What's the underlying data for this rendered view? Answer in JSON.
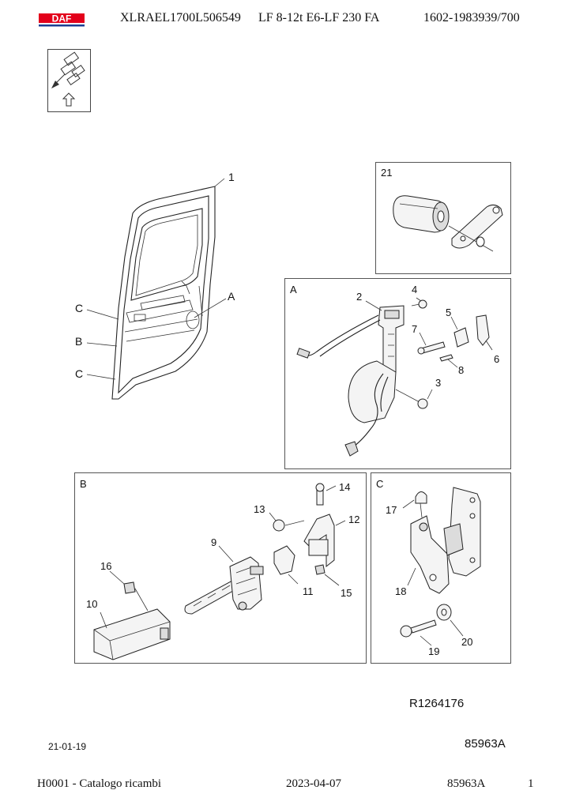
{
  "header": {
    "brand": "DAF",
    "brand_color": "#e3001b",
    "model_code": "XLRAEL1700L506549",
    "model_desc": "LF 8-12t E6-LF 230 FA",
    "doc_ref": "1602-1983939/700"
  },
  "nav_icon": "exploded-view-up-icon",
  "main_view": {
    "part_label": "1",
    "detail_labels": {
      "a": "A",
      "b": "B",
      "c_top": "C",
      "c_bottom": "C"
    }
  },
  "panels": {
    "p21": {
      "tag": "21"
    },
    "pA": {
      "tag": "A",
      "labels": [
        "2",
        "4",
        "5",
        "7",
        "6",
        "8",
        "3"
      ]
    },
    "pB": {
      "tag": "B",
      "labels": [
        "14",
        "13",
        "12",
        "9",
        "16",
        "11",
        "15",
        "10"
      ]
    },
    "pC": {
      "tag": "C",
      "labels": [
        "17",
        "18",
        "20",
        "19"
      ]
    }
  },
  "refs": {
    "drawing_no": "R1264176",
    "date_small": "21-01-19",
    "illustration_no": "85963A"
  },
  "footer": {
    "catalog": "H0001 - Catalogo ricambi",
    "date": "2023-04-07",
    "code": "85963A",
    "page": "1"
  }
}
